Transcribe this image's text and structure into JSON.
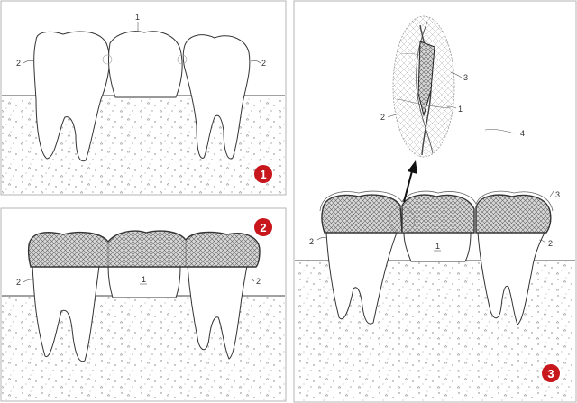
{
  "panels": [
    {
      "badge": "1",
      "labels": {
        "crown_center": "1",
        "tooth_left": "2",
        "tooth_right": "2"
      }
    },
    {
      "badge": "2",
      "labels": {
        "crown_center": "1",
        "tooth_left": "2",
        "tooth_right": "2"
      }
    },
    {
      "badge": "3",
      "labels": {
        "crown_center": "1",
        "tooth_left": "2",
        "tooth_right": "2",
        "coating": "3",
        "detail_coating": "3",
        "detail_crown": "1",
        "detail_tooth": "2",
        "detail_gap": "4"
      }
    }
  ],
  "colors": {
    "badge": "#c8161d",
    "gum_fill": "#f2f2f2",
    "stroke": "#444444"
  }
}
